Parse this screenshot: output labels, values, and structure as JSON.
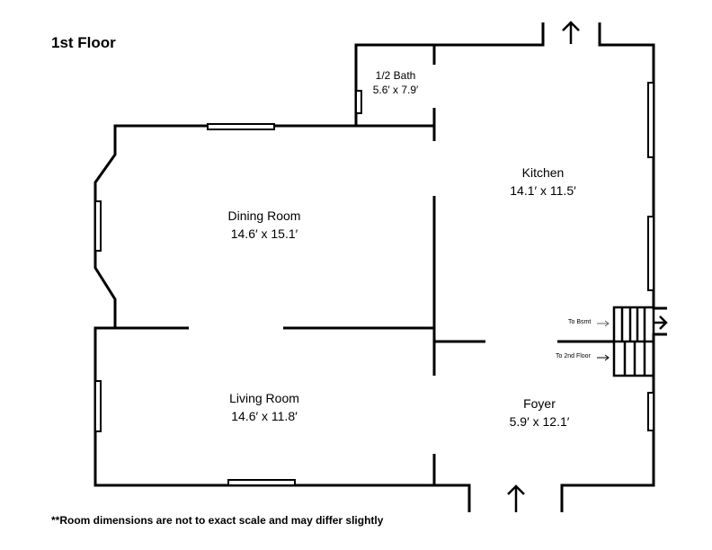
{
  "title": "1st Floor",
  "rooms": [
    {
      "name": "1/2 Bath",
      "dims": "5.6′ x 7.9′"
    },
    {
      "name": "Kitchen",
      "dims": "14.1′ x 11.5′"
    },
    {
      "name": "Dining Room",
      "dims": "14.6′ x 15.1′"
    },
    {
      "name": "Living Room",
      "dims": "14.6′ x 11.8′"
    },
    {
      "name": "Foyer",
      "dims": "5.9′ x 12.1′"
    }
  ],
  "stairs": {
    "basement": "To Bsmt",
    "second": "To 2nd Floor"
  },
  "note": "**Room dimensions are not to exact scale and may differ slightly"
}
